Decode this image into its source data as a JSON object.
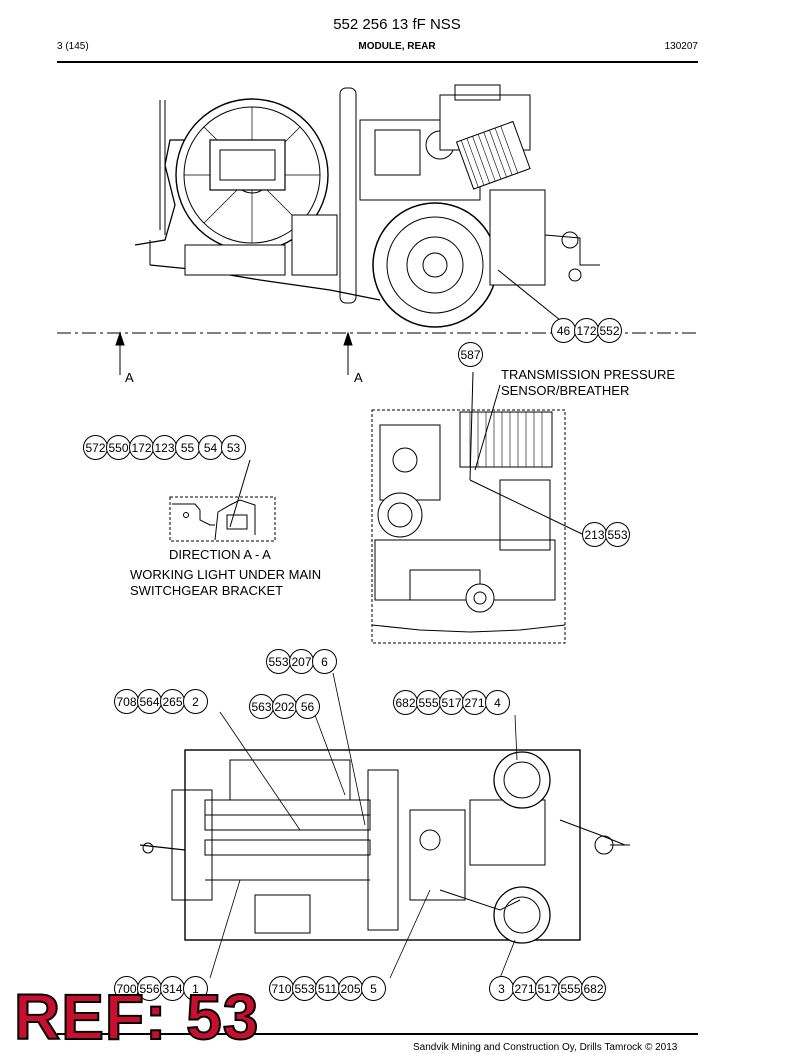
{
  "header": {
    "title": "552 256 13 fF NSS",
    "page": "3 (145)",
    "section": "MODULE, REAR",
    "date": "130207"
  },
  "labels": {
    "section_a_left": "A",
    "section_a_right": "A",
    "transmission_line1": "TRANSMISSION PRESSURE",
    "transmission_line2": "SENSOR/BREATHER",
    "direction": "DIRECTION A - A",
    "working_light_line1": "WORKING LIGHT UNDER MAIN",
    "working_light_line2": "SWITCHGEAR BRACKET"
  },
  "callouts": {
    "c46": [
      "46",
      "172",
      "552"
    ],
    "c587": [
      "587"
    ],
    "c572": [
      "572",
      "550",
      "172",
      "123",
      "55",
      "54",
      "53"
    ],
    "c213": [
      "213",
      "553"
    ],
    "c553": [
      "553",
      "207",
      "6"
    ],
    "c708": [
      "708",
      "564",
      "265",
      "2"
    ],
    "c563": [
      "563",
      "202",
      "56"
    ],
    "c682": [
      "682",
      "555",
      "517",
      "271",
      "4"
    ],
    "c700": [
      "700",
      "556",
      "314",
      "1"
    ],
    "c710": [
      "710",
      "553",
      "511",
      "205",
      "5"
    ],
    "c3": [
      "3",
      "271",
      "517",
      "555",
      "682"
    ]
  },
  "ref_mark": "REF: 53",
  "footer": {
    "text": "Sandvik Mining and Construction Oy, Drills Tamrock © 2013"
  }
}
